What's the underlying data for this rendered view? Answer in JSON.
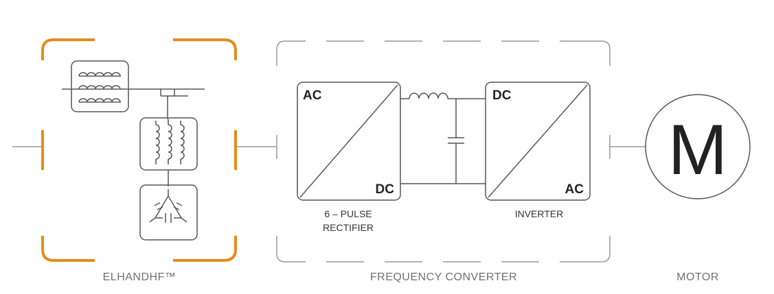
{
  "colors": {
    "accent": "#E88A1A",
    "line": "#555555",
    "light_line": "#999999",
    "caption": "#707070"
  },
  "blocks": {
    "rectifier": {
      "top_left": "AC",
      "bottom_right": "DC",
      "caption_line1": "6 – PULSE",
      "caption_line2": "RECTIFIER"
    },
    "inverter": {
      "top_left": "DC",
      "bottom_right": "AC",
      "caption": "INVERTER"
    },
    "motor": {
      "symbol": "M"
    }
  },
  "captions": {
    "elhand": "ELHANDHF™",
    "frequency_converter": "FREQUENCY CONVERTER",
    "motor": "MOTOR"
  },
  "icons": {
    "transformer": "transformer-icon",
    "reactor": "reactor-coils-icon",
    "capacitor_bank": "delta-capacitor-icon",
    "dc_inductor": "inductor-icon",
    "dc_capacitor": "capacitor-icon",
    "motor": "motor-icon"
  }
}
